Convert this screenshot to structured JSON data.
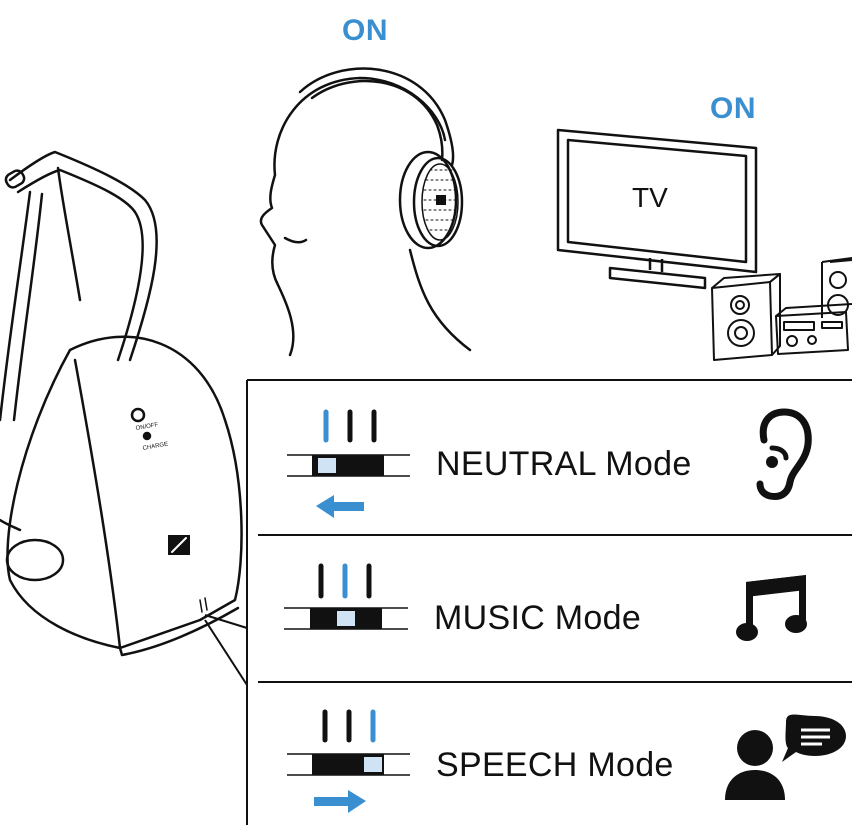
{
  "status": {
    "headphones_state": "ON",
    "tv_state": "ON",
    "tv_screen_label": "TV"
  },
  "modes": [
    {
      "label": "NEUTRAL Mode",
      "active_slider_position": "left",
      "arrow": "left",
      "icon": "ear-icon"
    },
    {
      "label": "MUSIC Mode",
      "active_slider_position": "center",
      "arrow": "none",
      "icon": "music-note-icon"
    },
    {
      "label": "SPEECH Mode",
      "active_slider_position": "right",
      "arrow": "right",
      "icon": "speech-person-icon"
    }
  ],
  "colors": {
    "accent": "#3a8fd0",
    "slider_highlight": "#cfe3f5",
    "line": "#111111"
  }
}
